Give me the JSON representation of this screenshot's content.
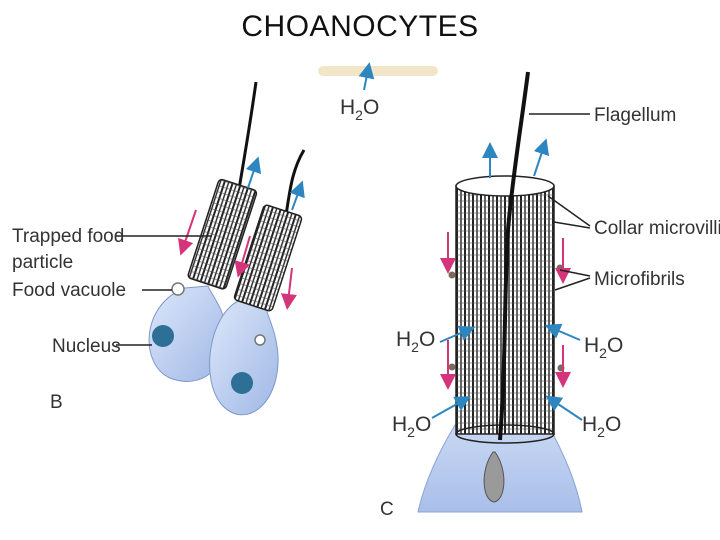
{
  "title": "CHOANOCYTES",
  "panel_b": {
    "letter": "B",
    "labels": {
      "trapped_food_line1": "Trapped food",
      "trapped_food_line2": "particle",
      "food_vacuole": "Food vacuole",
      "nucleus": "Nucleus"
    }
  },
  "panel_c": {
    "letter": "C",
    "labels": {
      "flagellum": "Flagellum",
      "collar_microvilli": "Collar microvilli",
      "microfibrils": "Microfibrils"
    }
  },
  "water_label": {
    "main": "H",
    "sub": "2",
    "end": "O"
  },
  "colors": {
    "cell_fill": "#b9cdf0",
    "nucleus": "#2e6f95",
    "water_arrow": "#2e86c1",
    "food_arrow": "#d4357a",
    "label_text": "#333333"
  }
}
